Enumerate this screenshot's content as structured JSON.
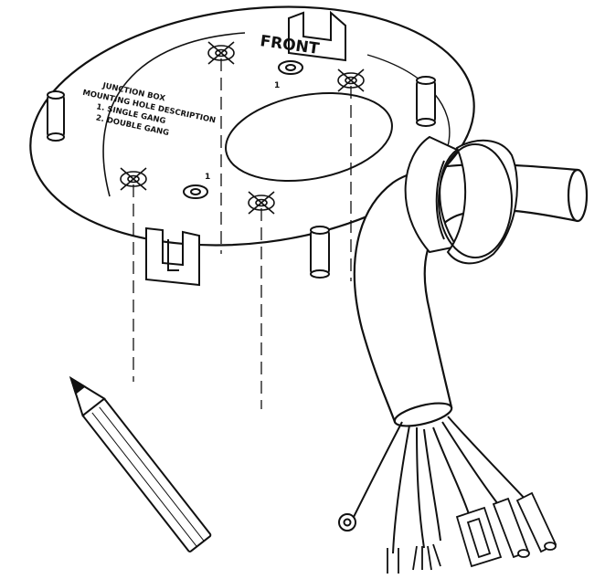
{
  "plate": {
    "front_label": "FRONT",
    "junction_box_title": "JUNCTION BOX",
    "mounting_hole_title": "MOUNTING HOLE DESCRIPTION",
    "option_1": "1. SINGLE GANG",
    "option_2": "2. DOUBLE GANG",
    "hole_mark_1": "1",
    "hole_mark_2": "1"
  },
  "icons": {
    "pencil": "pencil-icon",
    "cable": "cable-bundle-icon",
    "grommet": "cable-grommet-icon"
  },
  "colors": {
    "ink": "#111111",
    "paper": "#ffffff",
    "shade": "#d8d8d8"
  }
}
